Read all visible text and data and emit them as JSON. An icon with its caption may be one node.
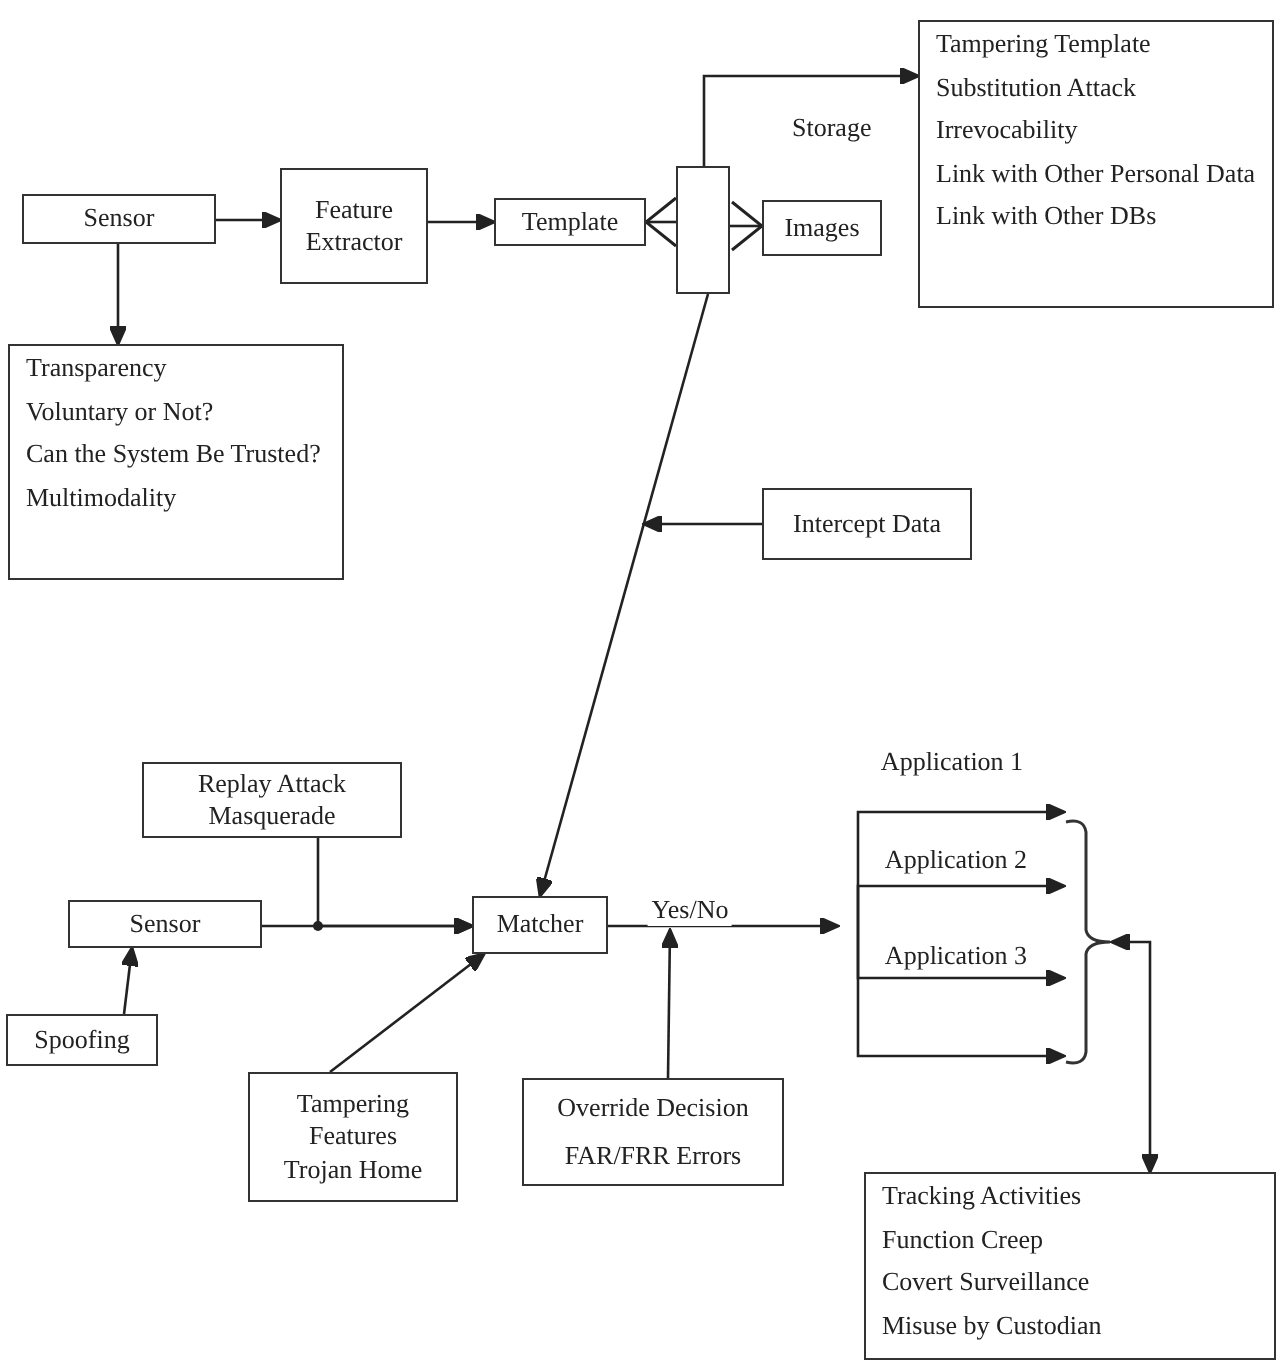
{
  "diagram": {
    "nodes": [
      {
        "text": [
          "Sensor"
        ]
      },
      {
        "text": [
          "Feature Extractor"
        ]
      },
      {
        "text": [
          "Template"
        ]
      },
      {
        "text": [],
        "shape": "box",
        "beside": [
          "Storage"
        ]
      },
      {
        "text": [
          "Images"
        ]
      },
      {
        "text": [
          "Tampering Template",
          "Substitution Attack",
          "Irrevocability",
          "Link with Other Personal Data",
          "Link with Other DBs"
        ]
      },
      {
        "text": [
          "Transparency",
          "Voluntary or Not?",
          "Can the System Be Trusted?",
          "Multimodality"
        ]
      },
      {
        "text": [
          "Intercept Data"
        ]
      },
      {
        "text": [
          "Replay Attack Masquerade"
        ]
      },
      {
        "text": [
          "Sensor"
        ]
      },
      {
        "text": [
          "Matcher"
        ]
      },
      {
        "text": [
          "Spoofing"
        ]
      },
      {
        "text": [
          "Tampering Features",
          "Trojan Home"
        ]
      },
      {
        "text": [
          "Override Decision",
          "FAR/FRR Errors"
        ]
      },
      {
        "text": [],
        "shape": "bracket"
      },
      {
        "text": [
          "Tracking Activities",
          "Function Creep",
          "Covert Surveillance",
          "Misuse by Custodian"
        ]
      }
    ],
    "edges": [
      {
        "from": 0,
        "to": 1,
        "arrow": "to"
      },
      {
        "from": 1,
        "to": 2,
        "arrow": "to"
      },
      {
        "from": 3,
        "to": 2,
        "arrow": "to"
      },
      {
        "from": 3,
        "to": 4,
        "arrow": "to"
      },
      {
        "from": 3,
        "to": 5,
        "arrow": "to"
      },
      {
        "from": 0,
        "to": 6,
        "arrow": "to"
      },
      {
        "from": 7,
        "to": null,
        "arrow": "to"
      },
      {
        "from": 3,
        "to": 10,
        "arrow": "to"
      },
      {
        "from": 9,
        "to": 10,
        "arrow": "to"
      },
      {
        "from": 8,
        "to": 10,
        "arrow": "to"
      },
      {
        "from": 11,
        "to": 9,
        "arrow": "to"
      },
      {
        "from": 12,
        "to": 10,
        "arrow": "to"
      },
      {
        "from": 10,
        "to": null,
        "label": "Yes/No",
        "arrow": "to"
      },
      {
        "from": 13,
        "to": 10,
        "arrow": "to"
      },
      {
        "from": null,
        "to": 14,
        "label": "Application 1",
        "arrow": "to"
      },
      {
        "from": null,
        "to": 14,
        "label": "Application 2",
        "arrow": "to"
      },
      {
        "from": null,
        "to": 14,
        "label": "Application 3",
        "arrow": "to"
      },
      {
        "from": null,
        "to": 14,
        "arrow": "to"
      },
      {
        "from": 14,
        "to": 15,
        "arrow": "both"
      }
    ]
  }
}
